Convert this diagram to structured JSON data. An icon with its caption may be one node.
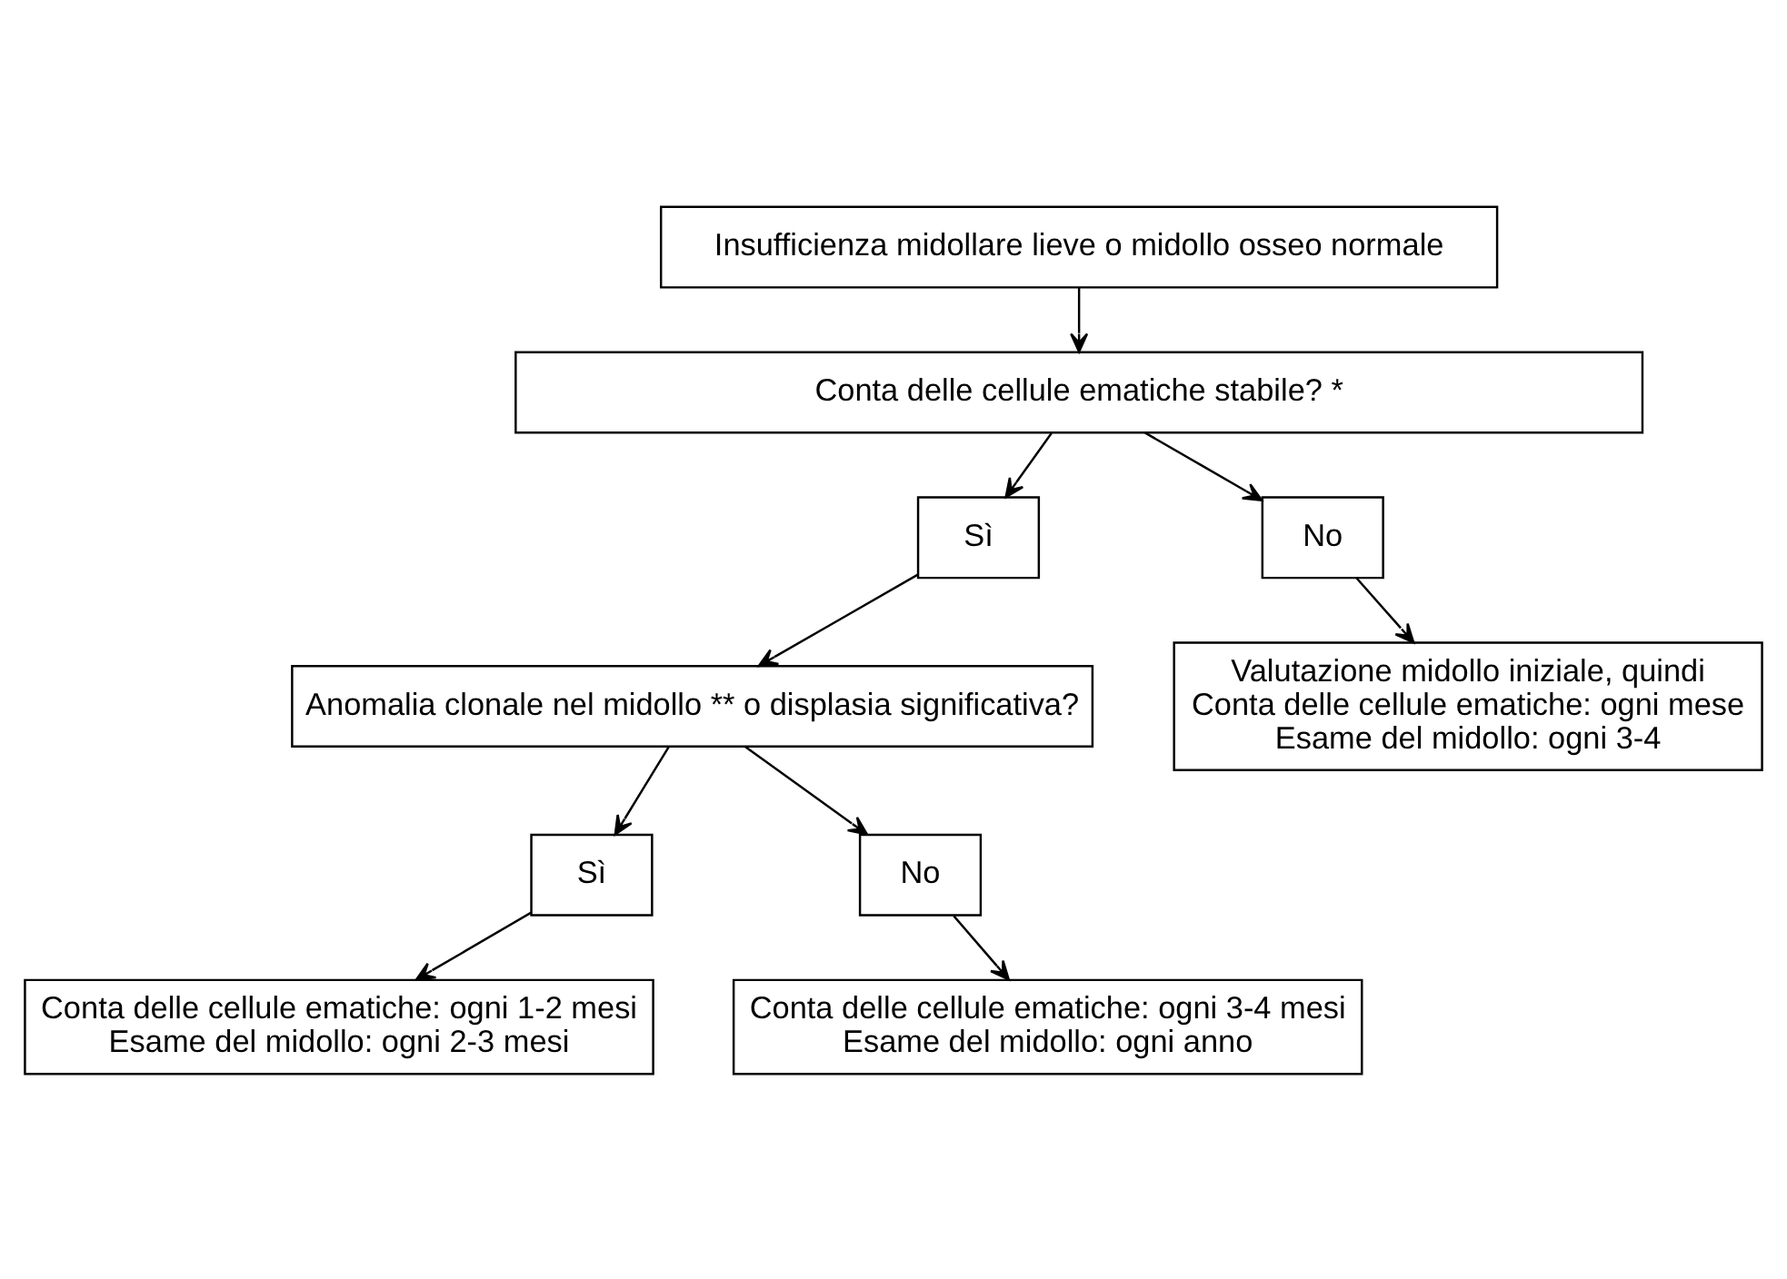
{
  "diagram": {
    "nodes": [
      {
        "text": [
          "Insufficienza midollare lieve o midollo osseo normale"
        ]
      },
      {
        "text": [
          "Conta delle cellule ematiche stabile? *"
        ]
      },
      {
        "text": [
          "Sì"
        ]
      },
      {
        "text": [
          "No"
        ]
      },
      {
        "text": [
          "Anomalia clonale nel midollo ** o displasia significativa?"
        ]
      },
      {
        "text": [
          "Valutazione midollo iniziale, quindi",
          "Conta delle cellule ematiche: ogni mese",
          "Esame del midollo: ogni 3-4"
        ]
      },
      {
        "text": [
          "Sì"
        ]
      },
      {
        "text": [
          "No"
        ]
      },
      {
        "text": [
          "Conta delle cellule ematiche: ogni 1-2 mesi",
          "Esame del midollo: ogni 2-3 mesi"
        ]
      },
      {
        "text": [
          "Conta delle cellule ematiche: ogni 3-4 mesi",
          "Esame del midollo: ogni anno"
        ]
      }
    ],
    "edges": [
      {
        "from": 0,
        "to": 1,
        "arrow": "to"
      },
      {
        "from": 1,
        "to": 2,
        "arrow": "to"
      },
      {
        "from": 1,
        "to": 3,
        "arrow": "to"
      },
      {
        "from": 2,
        "to": 4,
        "arrow": "to"
      },
      {
        "from": 3,
        "to": 5,
        "arrow": "to"
      },
      {
        "from": 4,
        "to": 6,
        "arrow": "to"
      },
      {
        "from": 4,
        "to": 7,
        "arrow": "to"
      },
      {
        "from": 6,
        "to": 8,
        "arrow": "to"
      },
      {
        "from": 7,
        "to": 9,
        "arrow": "to"
      }
    ]
  }
}
